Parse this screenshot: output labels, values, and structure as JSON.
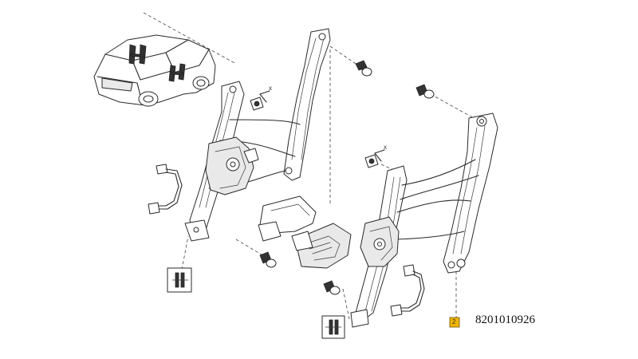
{
  "callouts": [
    {
      "id": "2",
      "part_number": "8201010926",
      "color": "#f0b400"
    }
  ],
  "markers": {
    "cross_left": "x",
    "cross_right": "x"
  }
}
